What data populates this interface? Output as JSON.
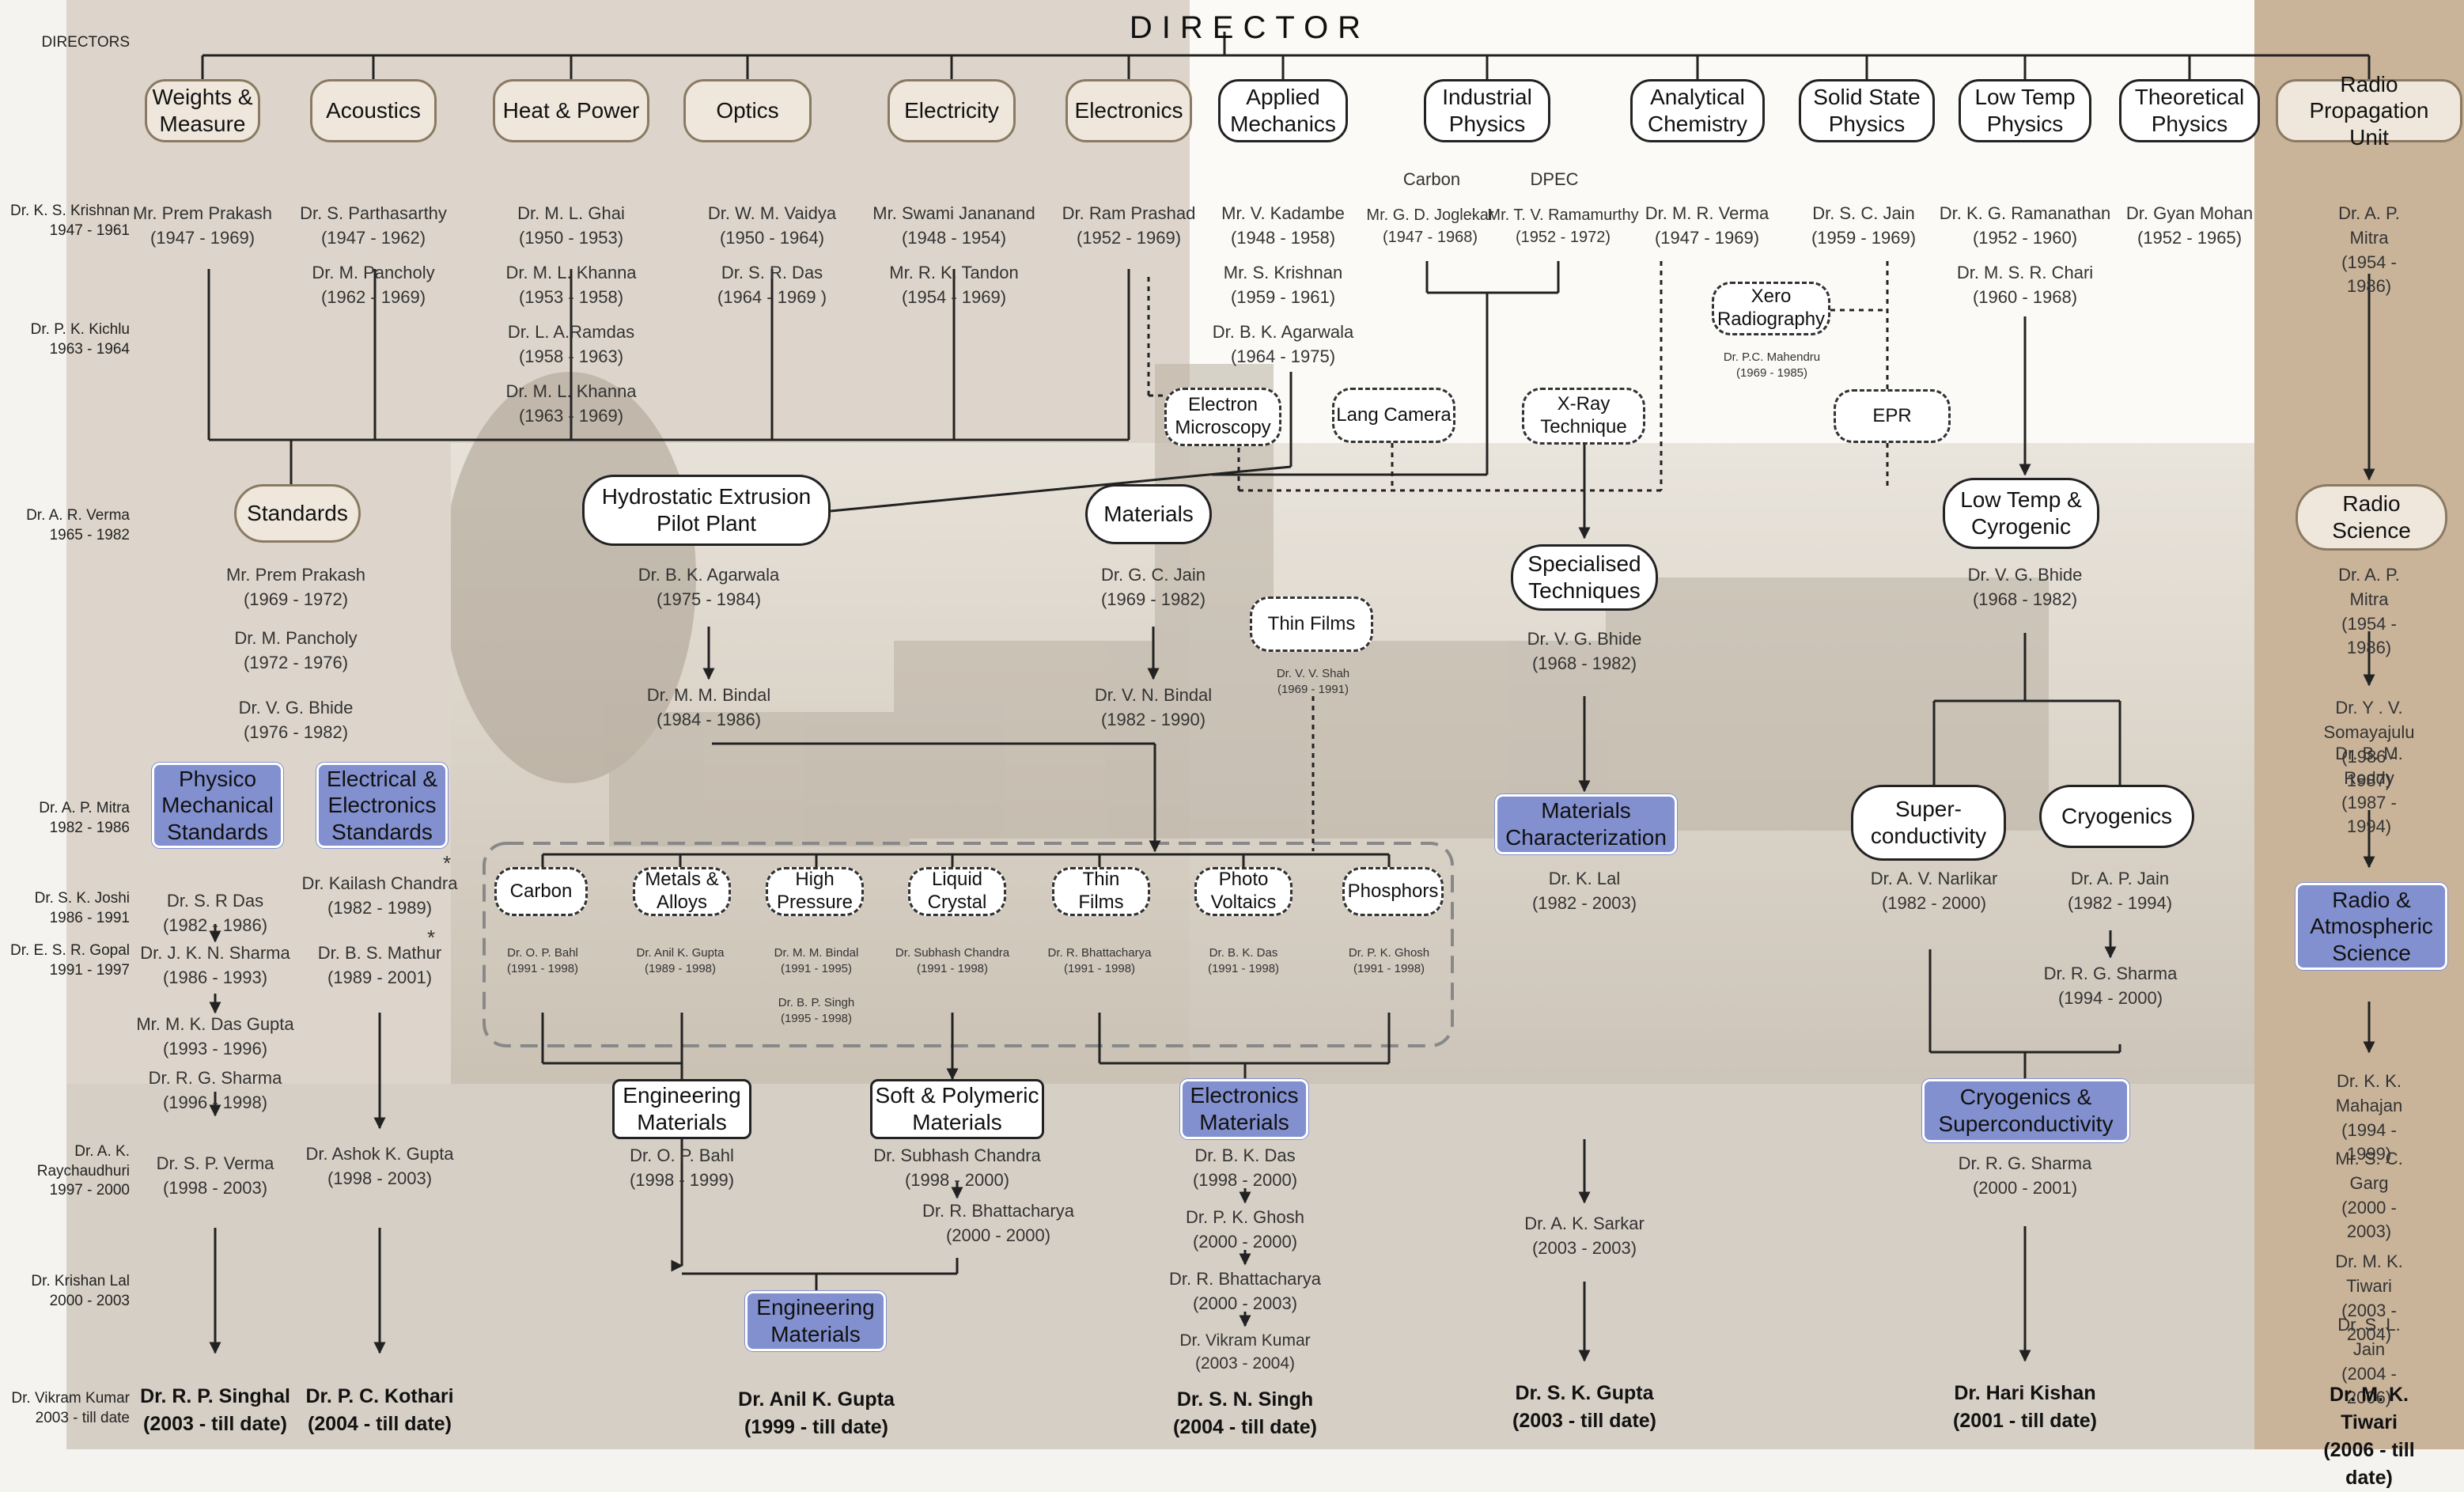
{
  "title": "DIRECTOR",
  "directors_header": "DIRECTORS",
  "directors": [
    "Dr. K. S. Krishnan\n1947 - 1961",
    "Dr. P. K. Kichlu\n1963 - 1964",
    "Dr. A. R. Verma\n1965 - 1982",
    "Dr. A. P. Mitra\n1982 - 1986",
    "Dr. S. K. Joshi\n1986 - 1991",
    "Dr. E. S. R. Gopal\n1991 - 1997",
    "Dr. A. K.\nRaychaudhuri\n1997 - 2000",
    "Dr. Krishan Lal\n2000 - 2003",
    "Dr. Vikram Kumar\n2003 - till date"
  ],
  "top_units": [
    "Weights &\nMeasure",
    "Acoustics",
    "Heat & Power",
    "Optics",
    "Electricity",
    "Electronics",
    "Applied\nMechanics",
    "Industrial\nPhysics",
    "Analytical\nChemistry",
    "Solid State\nPhysics",
    "Low Temp\nPhysics",
    "Theoretical\nPhysics",
    "Radio Propagation\nUnit"
  ],
  "industrial_sub": [
    "Carbon",
    "DPEC"
  ],
  "heads_1947": [
    "Mr. Prem Prakash\n(1947 - 1969)",
    "Dr. S. Parthasarthy\n(1947 - 1962)",
    "Dr. M. Pancholy\n(1962 - 1969)",
    "Dr. M. L. Ghai\n(1950 - 1953)",
    "Dr. M. L. Khanna\n(1953 - 1958)",
    "Dr. L. A.Ramdas\n(1958 - 1963)",
    "Dr. M. L. Khanna\n(1963 - 1969)",
    "Dr. W. M. Vaidya\n(1950 - 1964)",
    "Dr. S. R. Das\n(1964 - 1969 )",
    "Mr. Swami Jananand\n(1948 - 1954)",
    "Mr. R. K. Tandon\n(1954 - 1969)",
    "Dr. Ram Prashad\n(1952 - 1969)",
    "Mr. V. Kadambe\n(1948 - 1958)",
    "Mr. S. Krishnan\n(1959 - 1961)",
    "Dr. B. K. Agarwala\n(1964 - 1975)",
    "Mr. G. D. Joglekar\n(1947 - 1968)",
    "Mr. T. V. Ramamurthy\n(1952 - 1972)",
    "Dr. M. R. Verma\n(1947 - 1969)",
    "Dr. S. C. Jain\n(1959 - 1969)",
    "Dr. K. G. Ramanathan\n(1952 - 1960)",
    "Dr. M. S. R. Chari\n(1960 - 1968)",
    "Dr. Gyan Mohan\n(1952 - 1965)",
    "Dr. A. P. Mitra\n(1954 - 1986)",
    "Dr. P.C. Mahendru\n(1969 - 1985)"
  ],
  "groups_1965": [
    "Electron\nMicroscopy",
    "Lang Camera",
    "X-Ray\nTechnique",
    "Xero\nRadiography",
    "EPR",
    "Standards",
    "Hydrostatic Extrusion\nPilot Plant",
    "Materials",
    "Specialised\nTechniques",
    "Low Temp &\nCyrogenic",
    "Radio\nScience",
    "Thin Films"
  ],
  "heads_1965": [
    "Mr. Prem Prakash\n(1969 - 1972)",
    "Dr. M. Pancholy\n(1972 - 1976)",
    "Dr. V. G. Bhide\n(1976 - 1982)",
    "Dr. B. K. Agarwala\n(1975 - 1984)",
    "Dr. M. M. Bindal\n(1984 - 1986)",
    "Dr. G. C. Jain\n(1969 - 1982)",
    "Dr. V. N. Bindal\n(1982 - 1990)",
    "Dr. V. V. Shah\n(1969 - 1991)",
    "Dr. V. G. Bhide\n(1968 - 1982)",
    "Dr. V. G. Bhide\n(1968 - 1982)",
    "Dr. A. P. Mitra\n(1954 - 1986)",
    "Dr. Y . V. Somayajulu\n(1986 - 1987)",
    "Dr. B. M. Reddy\n(1987 - 1994)"
  ],
  "groups_1982": [
    "Physico\nMechanical\nStandards",
    "Electrical &\nElectronics\nStandards",
    "Materials\nCharacterization",
    "Super-\nconductivity",
    "Cryogenics",
    "Radio &\nAtmospheric\nScience",
    "Carbon",
    "Metals &\nAlloys",
    "High\nPressure",
    "Liquid\nCrystal",
    "Thin\nFilms",
    "Photo\nVoltaics",
    "Phosphors"
  ],
  "heads_1982": [
    "Dr. S. R Das\n(1982 - 1986)",
    "Dr. J. K. N. Sharma\n(1986 - 1993)",
    "Mr. M. K. Das Gupta\n(1993 - 1996)",
    "Dr. R. G. Sharma\n(1996 - 1998)",
    "Dr. S. P. Verma\n(1998 - 2003)",
    "Dr. Kailash Chandra\n(1982 - 1989)",
    "Dr. B. S. Mathur\n(1989 - 2001)",
    "Dr. Ashok K. Gupta\n(1998 - 2003)",
    "Dr. K. Lal\n(1982 - 2003)",
    "Dr. A. V. Narlikar\n(1982 - 2000)",
    "Dr. A. P. Jain\n(1982 - 1994)",
    "Dr. R. G. Sharma\n(1994 - 2000)",
    "Dr. O. P. Bahl\n(1991 - 1998)",
    "Dr. Anil K. Gupta\n(1989 - 1998)",
    "Dr. M. M. Bindal\n(1991 - 1995)",
    "Dr. B. P. Singh\n(1995 - 1998)",
    "Dr. Subhash Chandra\n(1991 - 1998)",
    "Dr. R. Bhattacharya\n(1991 - 1998)",
    "Dr. B. K. Das\n(1991 - 1998)",
    "Dr. P. K. Ghosh\n(1991 - 1998)",
    "Dr. K. K. Mahajan\n(1994 - 1999)",
    "Mr. S. C. Garg\n(2000 - 2003)",
    "Dr. M. K. Tiwari\n(2003 - 2004)",
    "Dr. S. L. Jain\n(2004 - 2006)"
  ],
  "groups_1998": [
    "Engineering\nMaterials",
    "Soft & Polymeric\nMaterials",
    "Electronics\nMaterials",
    "Cryogenics &\nSuperconductivity",
    "Engineering\nMaterials"
  ],
  "heads_1998": [
    "Dr. O. P. Bahl\n(1998 - 1999)",
    "Dr. Subhash Chandra\n(1998 - 2000)",
    "Dr. R. Bhattacharya\n(2000 - 2000)",
    "Dr. B. K. Das\n(1998 - 2000)",
    "Dr. P. K. Ghosh\n(2000 - 2000)",
    "Dr. R. Bhattacharya\n(2000 - 2003)",
    "Dr. Vikram Kumar\n(2003 - 2004)",
    "Dr. R. G. Sharma\n(2000 - 2001)",
    "Dr. A. K. Sarkar\n(2003 - 2003)"
  ],
  "current_heads": [
    "Dr. R. P. Singhal\n(2003 - till date)",
    "Dr. P. C. Kothari\n(2004 - till date)",
    "Dr. Anil K. Gupta\n(1999 - till date)",
    "Dr. S. N. Singh\n(2004 - till date)",
    "Dr. S. K. Gupta\n(2003 - till date)",
    "Dr. Hari Kishan\n(2001 - till date)",
    "Dr. M. K. Tiwari\n(2006 - till date)"
  ],
  "footnote_marks": [
    "*",
    "*"
  ],
  "colors": {
    "left_band": "#ddd5cb",
    "right_band": "#c9b49a",
    "photo_wash": "#cfc8bd",
    "blue_box": "#8390cf",
    "tan_border": "#8a7a63"
  }
}
